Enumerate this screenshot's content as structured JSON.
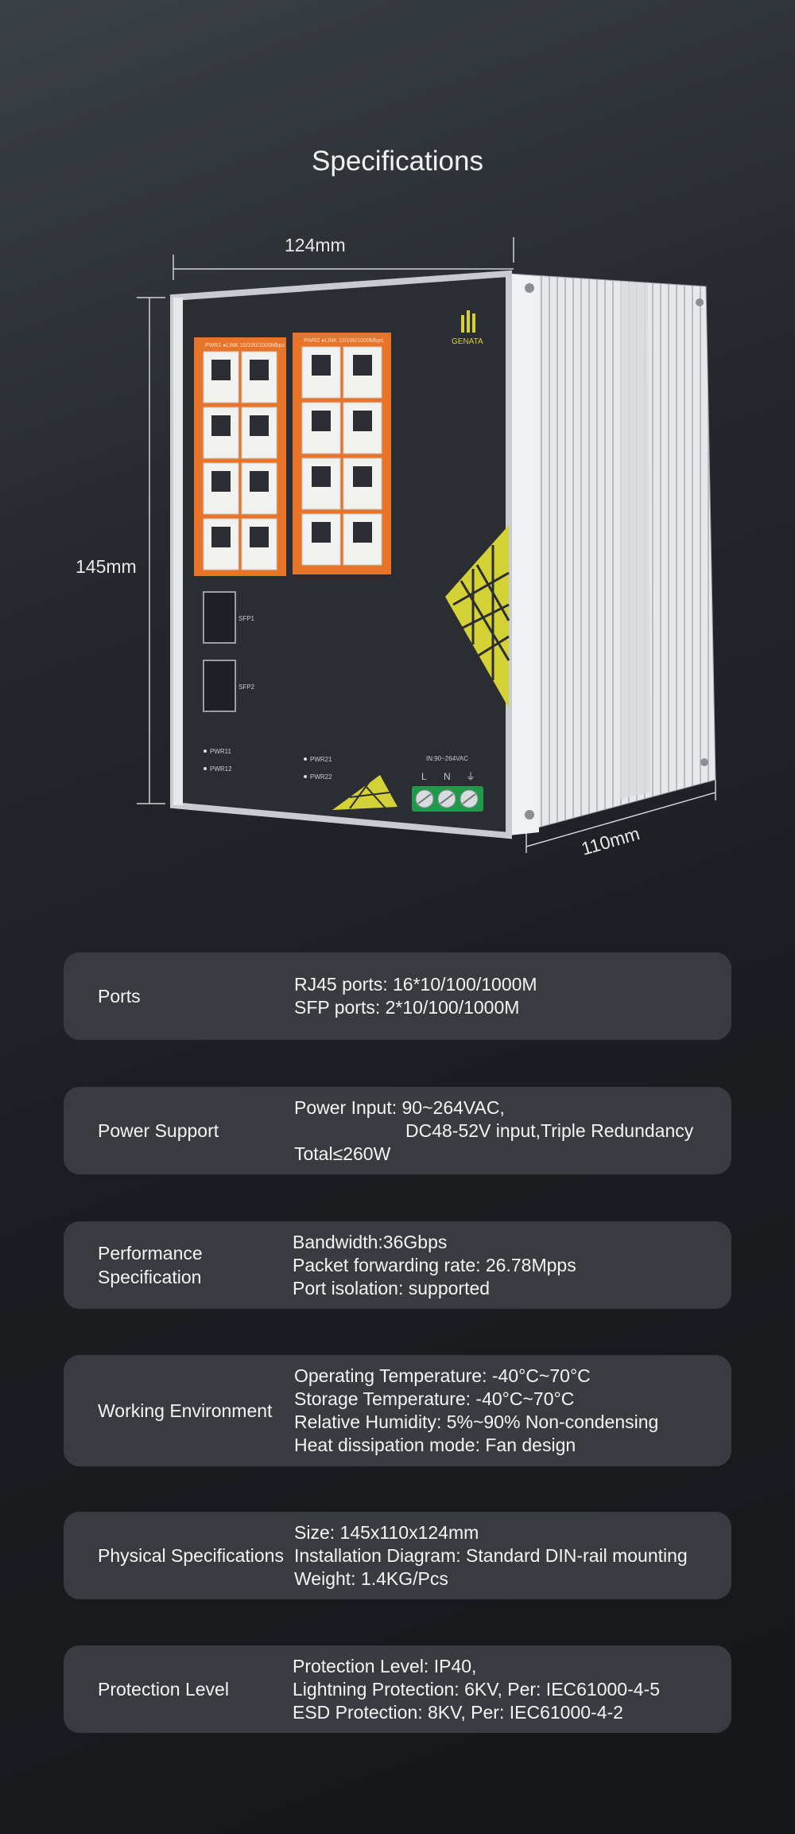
{
  "page": {
    "title": "Specifications"
  },
  "dimensions": {
    "width": "124mm",
    "height": "145mm",
    "depth": "110mm"
  },
  "device": {
    "brand": "GENATA",
    "port_group_1_header": "PWR1  ●LINK 10/100/1000Mbps",
    "port_group_2_header": "PWR2  ●LINK 10/100/1000Mbps",
    "sfp1": "SFP1",
    "sfp2": "SFP2",
    "led_pwr11": "PWR11",
    "led_pwr12": "PWR12",
    "led_pwr21": "PWR21",
    "led_pwr22": "PWR22",
    "power_in_label": "IN:90~264VAC",
    "terminal_l": "L",
    "terminal_n": "N",
    "terminal_g": "⏚"
  },
  "specs": [
    {
      "label": "Ports",
      "lines": [
        "RJ45 ports: 16*10/100/1000M",
        "SFP ports: 2*10/100/1000M"
      ]
    },
    {
      "label": "Power Support",
      "lines": [
        "Power Input: 90~264VAC,",
        "DC48-52V input,Triple Redundancy",
        "Total≤260W"
      ]
    },
    {
      "label": "Performance Specification",
      "lines": [
        "Bandwidth:36Gbps",
        "Packet forwarding rate: 26.78Mpps",
        "Port isolation: supported"
      ]
    },
    {
      "label": "Working Environment",
      "lines": [
        "Operating Temperature: -40°C~70°C",
        "Storage Temperature: -40°C~70°C",
        "Relative Humidity: 5%~90% Non-condensing",
        "Heat dissipation mode: Fan design"
      ]
    },
    {
      "label": "Physical Specifications",
      "lines": [
        "Size: 145x110x124mm",
        "Installation Diagram: Standard DIN-rail mounting",
        "Weight: 1.4KG/Pcs"
      ]
    },
    {
      "label": "Protection Level",
      "lines": [
        "Protection Level: IP40,",
        "Lightning Protection: 6KV, Per: IEC61000-4-5",
        "ESD Protection: 8KV, Per: IEC61000-4-2"
      ]
    }
  ],
  "colors": {
    "accent_orange": "#e8742a",
    "accent_yellow": "#d4d136",
    "panel_dark": "#2b2d33",
    "card_bg": "#383b40"
  }
}
